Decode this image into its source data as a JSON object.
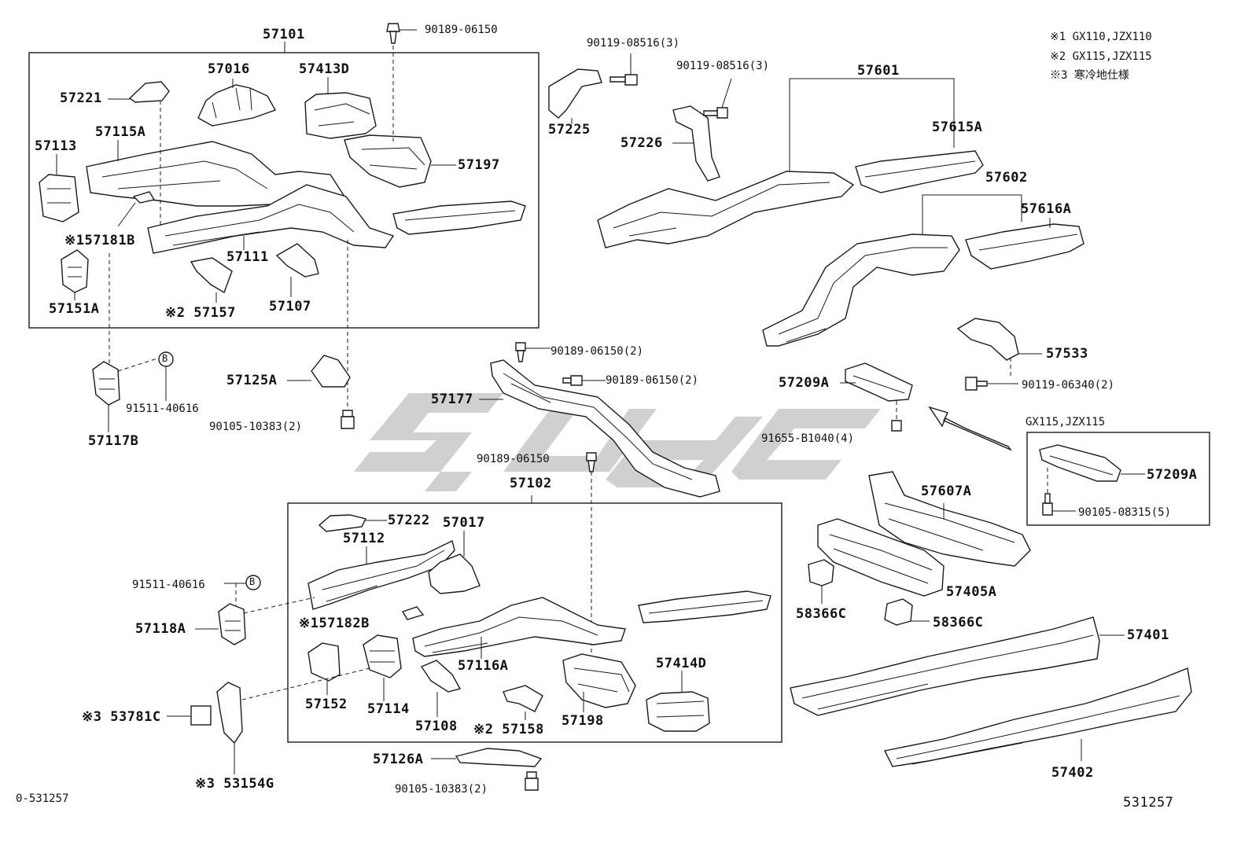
{
  "labels": {
    "l57101": "57101",
    "l90189a": "90189-06150",
    "l90119a": "90119-08516(3)",
    "l90119b": "90119-08516(3)",
    "l57601": "57601",
    "note1": "※1 GX110,JZX110",
    "note2": "※2 GX115,JZX115",
    "note3": "※3 寒冷地仕様",
    "l57221": "57221",
    "l57016": "57016",
    "l57413D": "57413D",
    "l57225": "57225",
    "l57226": "57226",
    "l57615A": "57615A",
    "l57113": "57113",
    "l57115A": "57115A",
    "l57197": "57197",
    "l57602": "57602",
    "l57616A": "57616A",
    "l57181B": "※157181B",
    "l57111": "57111",
    "l57151A": "57151A",
    "l57157": "※2 57157",
    "l57107": "57107",
    "l90189b": "90189-06150(2)",
    "l57533": "57533",
    "l57125A": "57125A",
    "l90189c": "90189-06150(2)",
    "l57209A": "57209A",
    "l90119c": "90119-06340(2)",
    "l91511a": "91511-40616",
    "l57177": "57177",
    "l57117B": "57117B",
    "l90105a": "90105-10383(2)",
    "l91655": "91655-B1040(4)",
    "gx115": "GX115,JZX115",
    "l90189d": "90189-06150",
    "l57102": "57102",
    "l57209A2": "57209A",
    "l57607A": "57607A",
    "l90105b": "90105-08315(5)",
    "l57222": "57222",
    "l57017": "57017",
    "l57112": "57112",
    "l91511b": "91511-40616",
    "l57405A": "57405A",
    "l57118A": "57118A",
    "l57182B": "※157182B",
    "l58366C1": "58366C",
    "l58366C2": "58366C",
    "l57116A": "57116A",
    "l57414D": "57414D",
    "l57401": "57401",
    "l53781C": "※3 53781C",
    "l57152": "57152",
    "l57114": "57114",
    "l57108": "57108",
    "l57158": "※2 57158",
    "l57198": "57198",
    "l57126A": "57126A",
    "l57402": "57402",
    "l53154G": "※3 53154G",
    "l90105c": "90105-10383(2)",
    "ref_left": "0-531257",
    "ref_right": "531257",
    "circleB1": "B",
    "circleB2": "B"
  },
  "colors": {
    "line": "#1a1a1a",
    "watermark": "#c8c8c8",
    "background": "#ffffff"
  }
}
